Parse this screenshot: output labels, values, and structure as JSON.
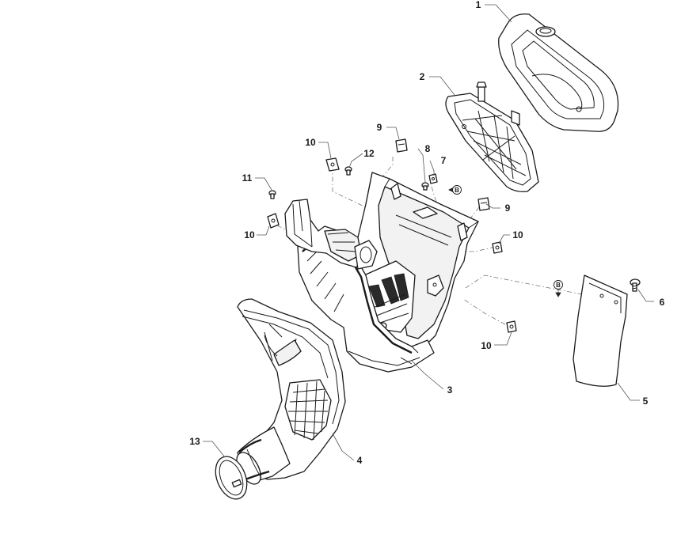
{
  "callouts": {
    "c1": "1",
    "c2": "2",
    "c3": "3",
    "c4": "4",
    "c5": "5",
    "c6": "6",
    "c7": "7",
    "c8": "8",
    "c9a": "9",
    "c9b": "9",
    "c10a": "10",
    "c10b": "10",
    "c10c": "10",
    "c10d": "10",
    "c11": "11",
    "c12": "12",
    "c13": "13"
  },
  "refs": {
    "b1": "B",
    "b2": "B"
  },
  "colors": {
    "line": "#1a1a1a",
    "leader": "#555555",
    "background": "#ffffff"
  }
}
